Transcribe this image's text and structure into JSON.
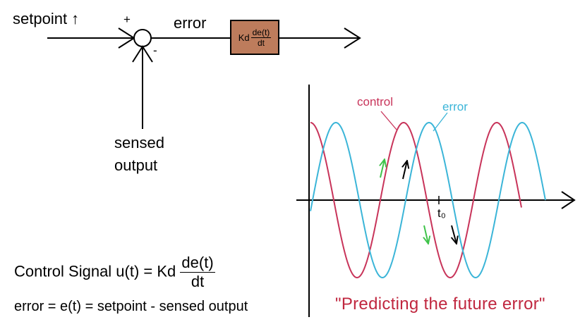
{
  "block_diagram": {
    "setpoint_label": "setpoint ↑",
    "plus_sign": "+",
    "minus_sign": "-",
    "error_label": "error",
    "sensed_output_line1": "sensed",
    "sensed_output_line2": "output",
    "block": {
      "prefix": "Kd",
      "numerator": "de(t)",
      "denominator": "dt",
      "fill_color": "#bd7c5c"
    }
  },
  "formulas": {
    "control_signal_prefix": "Control Signal u(t) = Kd",
    "control_signal_numerator": "de(t)",
    "control_signal_denominator": "dt",
    "error_definition": "error = e(t) = setpoint - sensed output"
  },
  "chart_data": {
    "type": "line",
    "series": [
      {
        "name": "control",
        "color": "#c8345a"
      },
      {
        "name": "error",
        "color": "#3bb5d8"
      }
    ],
    "time_marker": "t₀",
    "caption": "\"Predicting the future error\"",
    "arrow_colors": {
      "green": "#3fc34a",
      "black": "#000000"
    }
  }
}
